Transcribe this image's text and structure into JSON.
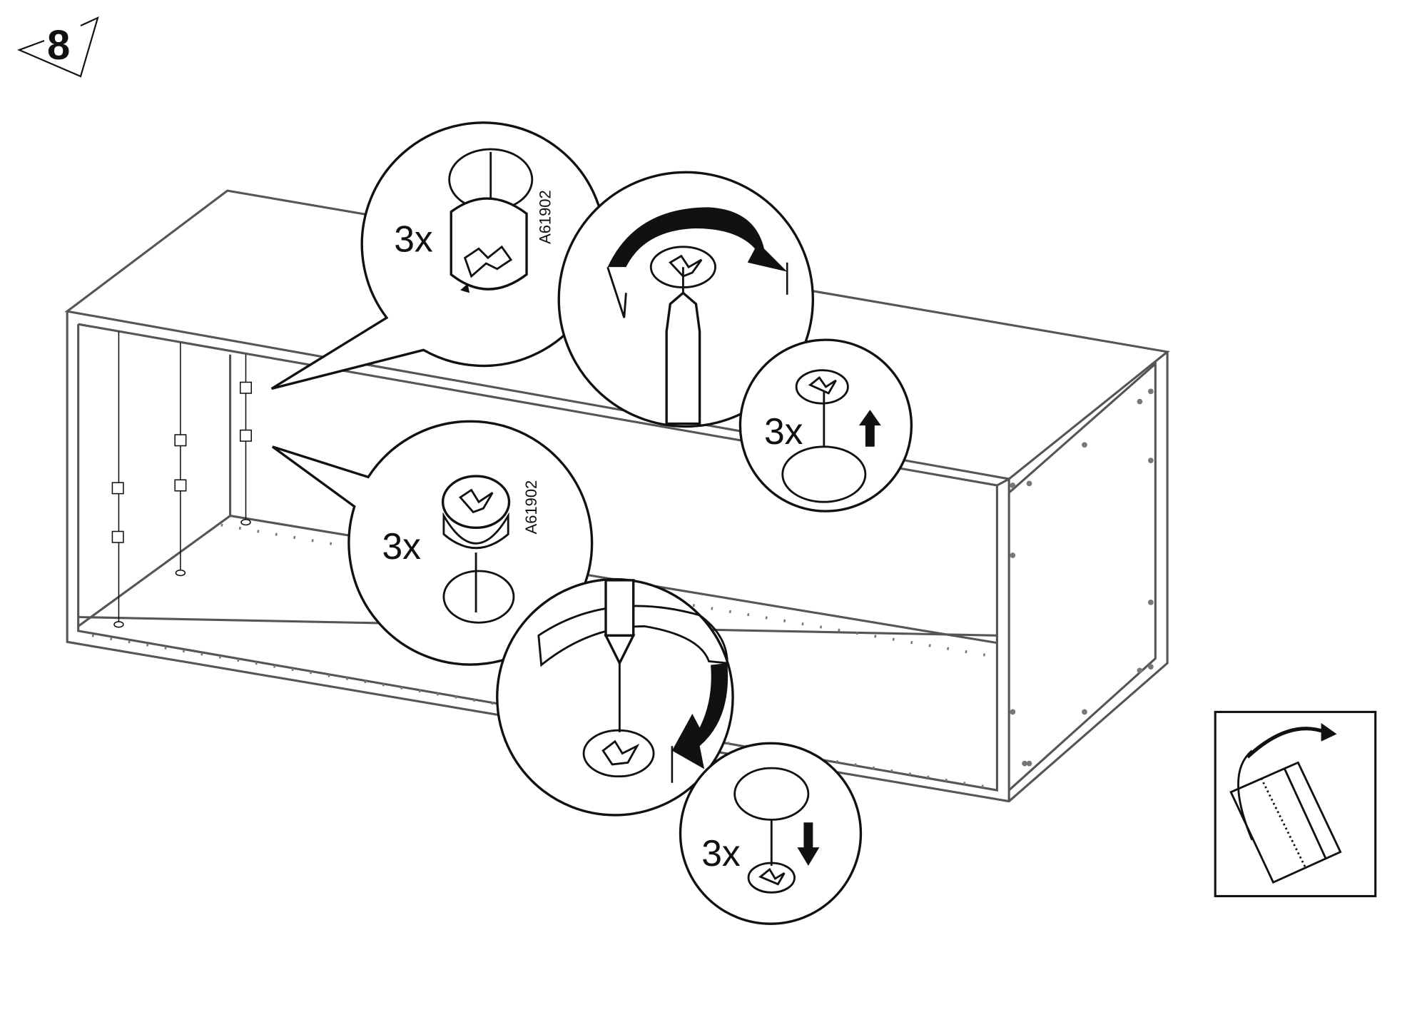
{
  "step": {
    "number": "8"
  },
  "callouts": [
    {
      "quantity": "3x",
      "part_code": "A61902"
    },
    {
      "quantity": "3x"
    },
    {
      "quantity": "3x",
      "part_code": "A61902"
    },
    {
      "quantity": "3x"
    }
  ],
  "colors": {
    "ink": "#111111",
    "cabinet_outline": "#555555",
    "background": "#ffffff"
  }
}
